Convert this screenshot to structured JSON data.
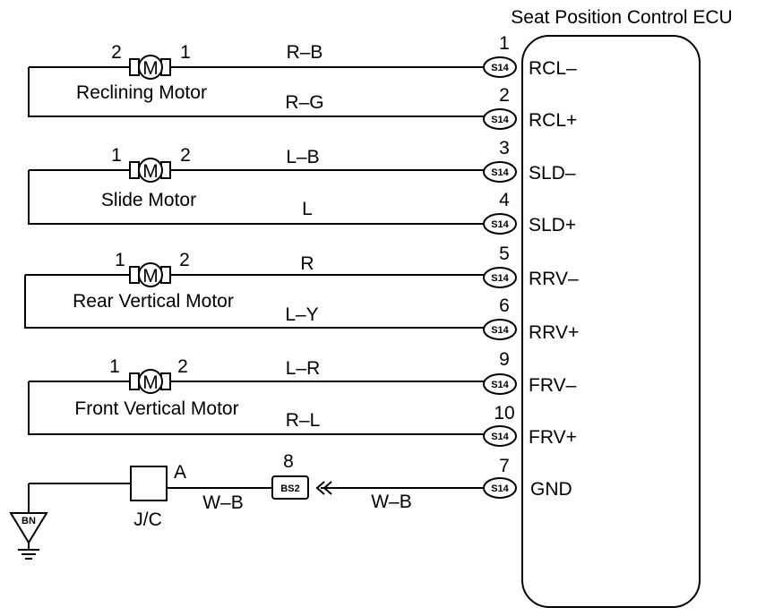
{
  "ecu": {
    "title": "Seat Position Control ECU"
  },
  "connector_id": "S14",
  "circuits": [
    {
      "motor": "Reclining Motor",
      "term_left": "2",
      "term_right": "1",
      "wires": [
        {
          "color": "R–B",
          "pin": "1",
          "signal": "RCL–"
        },
        {
          "color": "R–G",
          "pin": "2",
          "signal": "RCL+"
        }
      ]
    },
    {
      "motor": "Slide Motor",
      "term_left": "1",
      "term_right": "2",
      "wires": [
        {
          "color": "L–B",
          "pin": "3",
          "signal": "SLD–"
        },
        {
          "color": "L",
          "pin": "4",
          "signal": "SLD+"
        }
      ]
    },
    {
      "motor": "Rear Vertical Motor",
      "term_left": "1",
      "term_right": "2",
      "wires": [
        {
          "color": "R",
          "pin": "5",
          "signal": "RRV–"
        },
        {
          "color": "L–Y",
          "pin": "6",
          "signal": "RRV+"
        }
      ]
    },
    {
      "motor": "Front Vertical Motor",
      "term_left": "1",
      "term_right": "2",
      "wires": [
        {
          "color": "L–R",
          "pin": "9",
          "signal": "FRV–"
        },
        {
          "color": "R–L",
          "pin": "10",
          "signal": "FRV+"
        }
      ]
    }
  ],
  "motor_symbol": "M",
  "ground": {
    "pin": "7",
    "signal": "GND",
    "wire_color_right": "W–B",
    "wire_color_left": "W–B",
    "splice_id": "BS2",
    "splice_pin": "8",
    "jc_label": "J/C",
    "jc_terminal": "A",
    "ground_point": "BN"
  }
}
